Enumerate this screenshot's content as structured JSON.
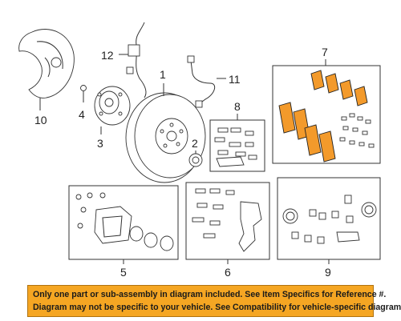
{
  "callouts": {
    "c1": "1",
    "c2": "2",
    "c3": "3",
    "c4": "4",
    "c5": "5",
    "c6": "6",
    "c7": "7",
    "c8": "8",
    "c9": "9",
    "c10": "10",
    "c11": "11",
    "c12": "12"
  },
  "banner": {
    "line1": "Only one part or sub-assembly in diagram included. See Item Specifics for Reference #.",
    "line2": "Diagram may not be specific to your vehicle. See Compatibility for vehicle-specific diagrams."
  },
  "colors": {
    "banner_bg": "#f5a623",
    "highlight_pads": "#f39a2b",
    "line": "#333333"
  }
}
